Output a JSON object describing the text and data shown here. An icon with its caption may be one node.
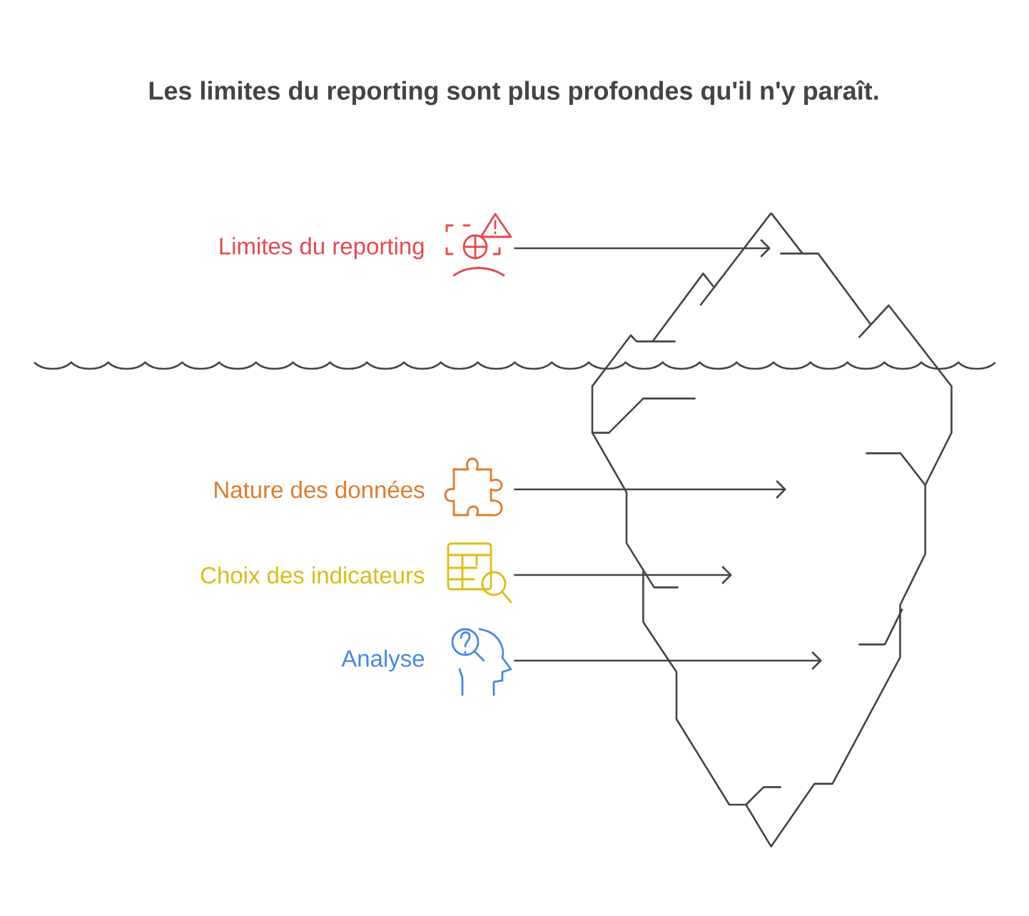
{
  "diagram": {
    "title": "Les limites du reporting sont plus profondes qu'il n'y paraît.",
    "nodes": [
      {
        "text": [],
        "shape": "picture",
        "beside": [
          "Limites du reporting"
        ]
      },
      {
        "text": [],
        "shape": "picture",
        "beside": [
          "Nature des données"
        ]
      },
      {
        "text": [],
        "shape": "picture",
        "beside": [
          "Choix des indicateurs"
        ]
      },
      {
        "text": [],
        "shape": "picture",
        "beside": [
          "Analyse"
        ]
      }
    ],
    "edges": [
      {
        "from": 0,
        "to": null,
        "arrow": "to"
      },
      {
        "from": 1,
        "to": null,
        "arrow": "to"
      },
      {
        "from": 2,
        "to": null,
        "arrow": "to"
      },
      {
        "from": 3,
        "to": null,
        "arrow": "to"
      }
    ]
  }
}
